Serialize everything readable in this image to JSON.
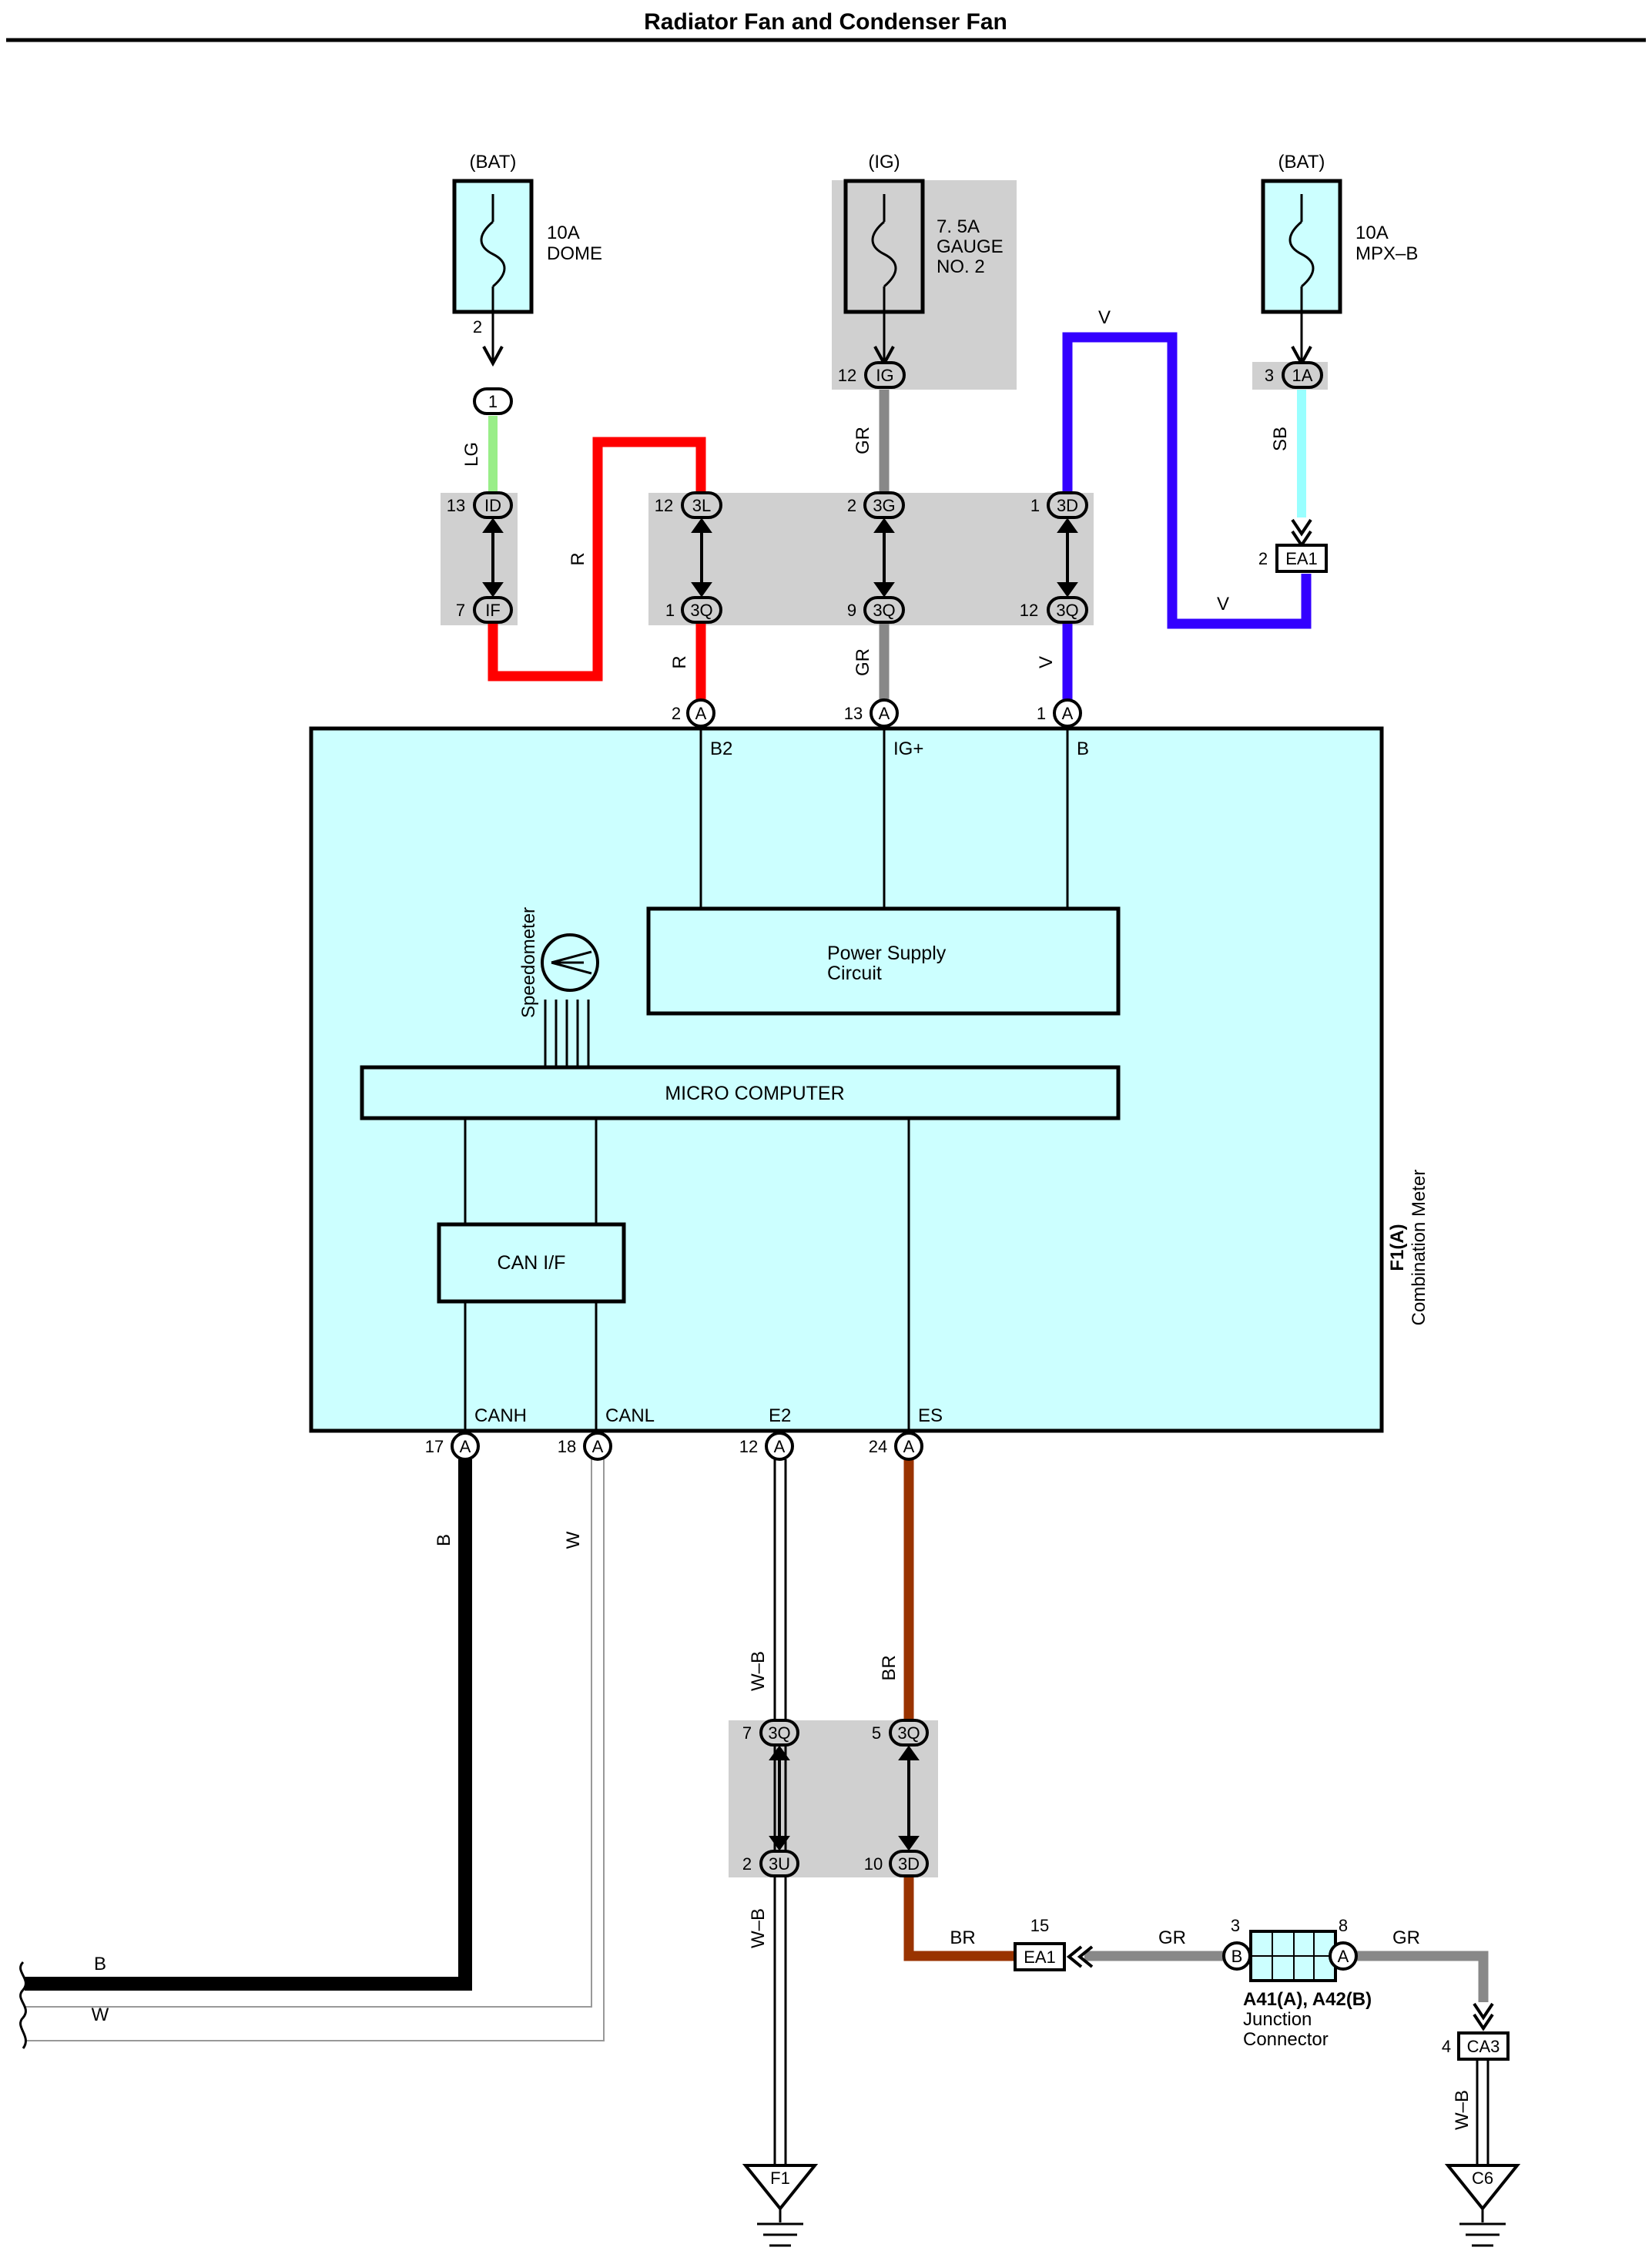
{
  "title": "Radiator Fan and Condenser Fan",
  "fuses": {
    "dome": {
      "source": "(BAT)",
      "rating": "10A",
      "name": "DOME"
    },
    "gauge": {
      "source": "(IG)",
      "rating": "7. 5A",
      "name_line1": "GAUGE",
      "name_line2": "NO. 2"
    },
    "mpx": {
      "source": "(BAT)",
      "rating": "10A",
      "name": "MPX–B"
    }
  },
  "connectors": {
    "c1": "1",
    "c1A": "1A",
    "cID": "ID",
    "cIF": "IF",
    "c3L": "3L",
    "c3G": "3G",
    "c3D": "3D",
    "c3Q": "3Q",
    "cIG": "IG",
    "cEA1": "EA1",
    "cA": "A",
    "c3U": "3U",
    "cB": "B",
    "cCA3": "CA3",
    "cF1": "F1",
    "cC6": "C6"
  },
  "pins": {
    "p2": "2",
    "p3": "3",
    "p12": "12",
    "p13": "13",
    "p7": "7",
    "p1": "1",
    "p9": "9",
    "p17": "17",
    "p18": "18",
    "p24": "24",
    "p5": "5",
    "p10": "10",
    "p15": "15",
    "p8": "8",
    "p4": "4"
  },
  "wire_colors": {
    "LG": "LG",
    "R": "R",
    "GR": "GR",
    "V": "V",
    "SB": "SB",
    "B": "B",
    "W": "W",
    "WB": "W–B",
    "BR": "BR"
  },
  "meter": {
    "terminals": {
      "b2": "B2",
      "igp": "IG+",
      "b": "B",
      "canh": "CANH",
      "canl": "CANL",
      "e2": "E2",
      "es": "ES"
    },
    "power_supply_line1": "Power Supply",
    "power_supply_line2": "Circuit",
    "micro_computer": "MICRO COMPUTER",
    "can_if": "CAN I/F",
    "speedometer": "Speedometer",
    "component_id": "F1(A)",
    "component_name": "Combination Meter"
  },
  "junction": {
    "id": "A41(A), A42(B)",
    "name_line1": "Junction",
    "name_line2": "Connector"
  },
  "colors": {
    "component_fill": "#ccffff",
    "junction_block": "#d0d0d0",
    "LG": "#99ee88",
    "R": "#ff0000",
    "GR": "#888888",
    "V": "#3300ff",
    "SB": "#99ffff",
    "B": "#000000",
    "BR": "#993300"
  }
}
